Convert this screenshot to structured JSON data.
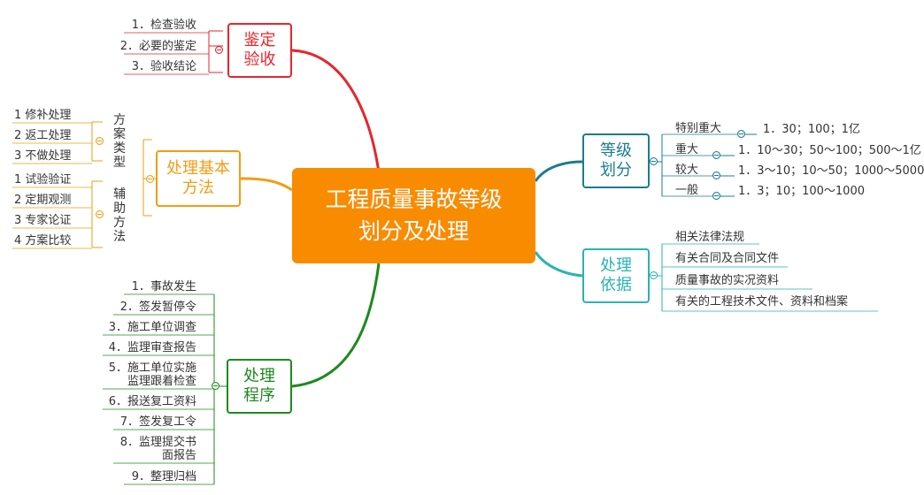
{
  "central": "工程质量事故等级划分及处理",
  "colors": {
    "central": "#f98b00",
    "jianding": "#e8252b",
    "fangfa": "#f39c12",
    "chengxu": "#1d8a1d",
    "dengji": "#1b7c8e",
    "yiju": "#2ab3b3"
  },
  "jianding": {
    "title": "鉴定验收",
    "items": [
      "1．检查验收",
      "2．必要的鉴定",
      "3．验收结论"
    ]
  },
  "fangfa": {
    "title": "处理基本方法",
    "group1": {
      "label": "方案类型",
      "items": [
        "1 修补处理",
        "2 返工处理",
        "3 不做处理"
      ]
    },
    "group2": {
      "label": "辅助方法",
      "items": [
        "1 试验验证",
        "2 定期观测",
        "3 专家论证",
        "4 方案比较"
      ]
    }
  },
  "chengxu": {
    "title": "处理程序",
    "items": [
      "1．事故发生",
      "2．签发暂停令",
      "3．施工单位调查",
      "4．监理审查报告",
      "5．施工单位实施监理跟着检查",
      "6．报送复工资料",
      "7．签发复工令",
      "8．监理提交书面报告",
      "9．整理归档"
    ]
  },
  "dengji": {
    "title": "等级划分",
    "items": [
      {
        "name": "特别重大",
        "value": "1．30；100；1亿"
      },
      {
        "name": "重大",
        "value": "1．10～30；50～100；500～1亿"
      },
      {
        "name": "较大",
        "value": "1．3～10；10～50；1000～5000"
      },
      {
        "name": "一般",
        "value": "1．3；10；100～1000"
      }
    ]
  },
  "yiju": {
    "title": "处理依据",
    "items": [
      "相关法律法规",
      "有关合同及合同文件",
      "质量事故的实况资料",
      "有关的工程技术文件、资料和档案"
    ]
  }
}
